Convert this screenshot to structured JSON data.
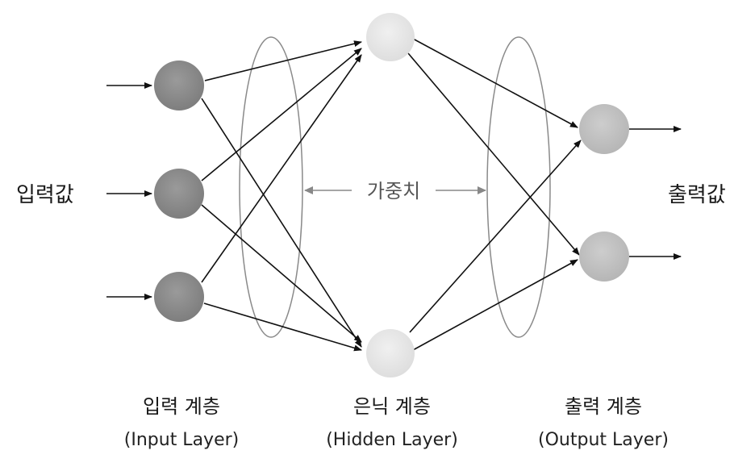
{
  "labels": {
    "input_values": "입력값",
    "output_values": "출력값",
    "weights": "가중치"
  },
  "layers": [
    {
      "id": "input",
      "name_ko": "입력 계층",
      "name_en": "(Input Layer)",
      "node_count": 3
    },
    {
      "id": "hidden",
      "name_ko": "은닉 계층",
      "name_en": "(Hidden Layer)",
      "node_count": 2
    },
    {
      "id": "output",
      "name_ko": "출력 계층",
      "name_en": "(Output Layer)",
      "node_count": 2
    }
  ],
  "colors": {
    "input_node": "#8c8c8c",
    "hidden_node": "#e6e6e6",
    "output_node": "#c2c2c2",
    "edge": "#111111",
    "weight_ellipse": "#888888",
    "weight_label": "#777777"
  }
}
